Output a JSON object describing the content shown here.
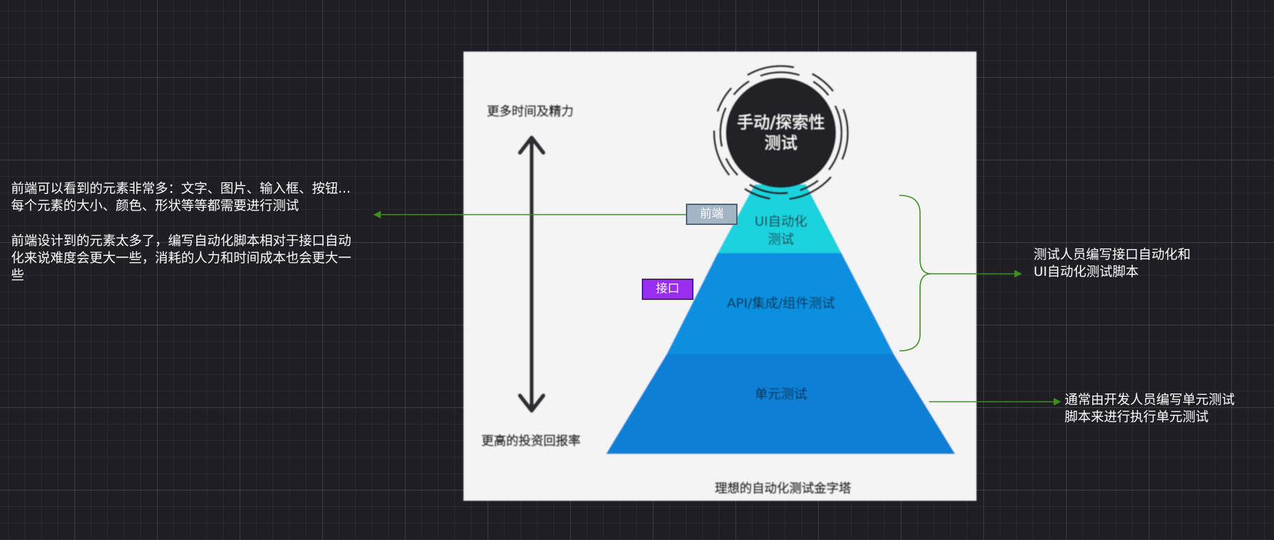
{
  "figure": {
    "time_label": "更多时间及精力",
    "roi_label": "更高的投资回报率",
    "caption": "理想的自动化测试金字塔",
    "layers": [
      {
        "id": "manual",
        "label_lines": [
          "手动/探索性",
          "测试"
        ],
        "color": "#232325"
      },
      {
        "id": "ui",
        "label_lines": [
          "UI自动化",
          "测试"
        ],
        "color": "#1ed2dc"
      },
      {
        "id": "api",
        "label_lines": [
          "API/集成/组件测试"
        ],
        "color": "#0b8fe0"
      },
      {
        "id": "unit",
        "label_lines": [
          "单元测试"
        ],
        "color": "#0a80d6"
      }
    ]
  },
  "tags": {
    "frontend": "前端",
    "api": "接口"
  },
  "notes": {
    "frontend_line1": "前端可以看到的元素非常多：文字、图片、输入框、按钮...",
    "frontend_line2": "每个元素的大小、颜色、形状等等都需要进行测试",
    "frontend_line3": "前端设计到的元素太多了，编写自动化脚本相对于接口自动",
    "frontend_line4": "化来说难度会更大一些，消耗的人力和时间成本也会更大一",
    "frontend_line5": "些",
    "testers_line1": "测试人员编写接口自动化和",
    "testers_line2": "UI自动化测试脚本",
    "devs_line1": "通常由开发人员编写单元测试",
    "devs_line2": "脚本来进行执行单元测试"
  },
  "colors": {
    "connector": "#3e8e1e",
    "figure_bg": "#f4f4f4",
    "text_dark": "#2d2d2d"
  }
}
